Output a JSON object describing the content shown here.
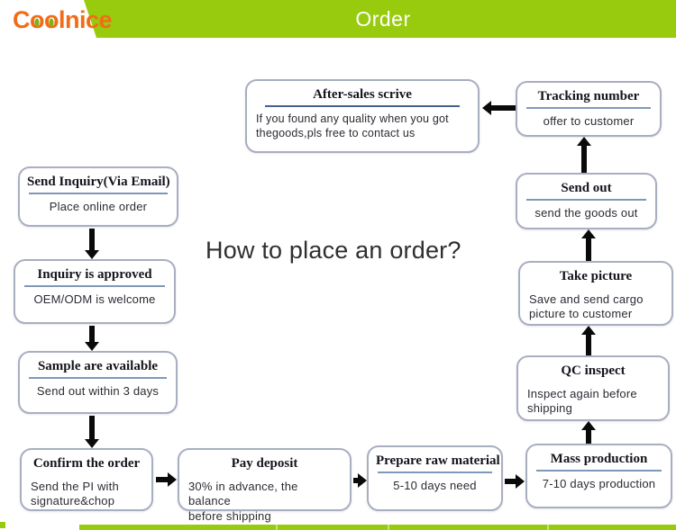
{
  "header": {
    "logo": {
      "part1": "C",
      "o1": "o",
      "o2": "o",
      "part2": "lnice"
    },
    "banner_title": "Order"
  },
  "main_title": "How to place an order?",
  "colors": {
    "banner_green": "#98cb0d",
    "logo_orange": "#f26c17",
    "logo_leaf_green": "#7ab317",
    "divider_blue": "#7f98b8",
    "box_border_gray": "#a9aec0",
    "arrow_black": "#0a0a0a"
  },
  "boxes": {
    "send_inquiry": {
      "title": "Send Inquiry(Via Email)",
      "body": "Place online order"
    },
    "inquiry_approved": {
      "title": "Inquiry is approved",
      "body": "OEM/ODM is welcome"
    },
    "sample_available": {
      "title": "Sample are available",
      "body": "Send out within 3 days"
    },
    "confirm_order": {
      "title": "Confirm the order",
      "body": "Send the PI with\nsignature&chop"
    },
    "pay_deposit": {
      "title": "Pay deposit",
      "body": "30% in advance, the balance\nbefore shipping"
    },
    "prepare_raw_material": {
      "title": "Prepare raw material",
      "body": "5-10 days need"
    },
    "mass_production": {
      "title": "Mass production",
      "body": "7-10 days production"
    },
    "qc_inspect": {
      "title": "QC inspect",
      "body": "Inspect again before\nshipping"
    },
    "take_picture": {
      "title": "Take picture",
      "body": "Save and send  cargo\npicture to customer"
    },
    "send_out": {
      "title": "Send out",
      "body": "send the goods out"
    },
    "tracking_number": {
      "title": "Tracking number",
      "body": "offer to customer"
    },
    "after_sales": {
      "title": "After-sales scrive",
      "body": "If you found any quality when you got\nthegoods,pls free to contact us"
    }
  }
}
